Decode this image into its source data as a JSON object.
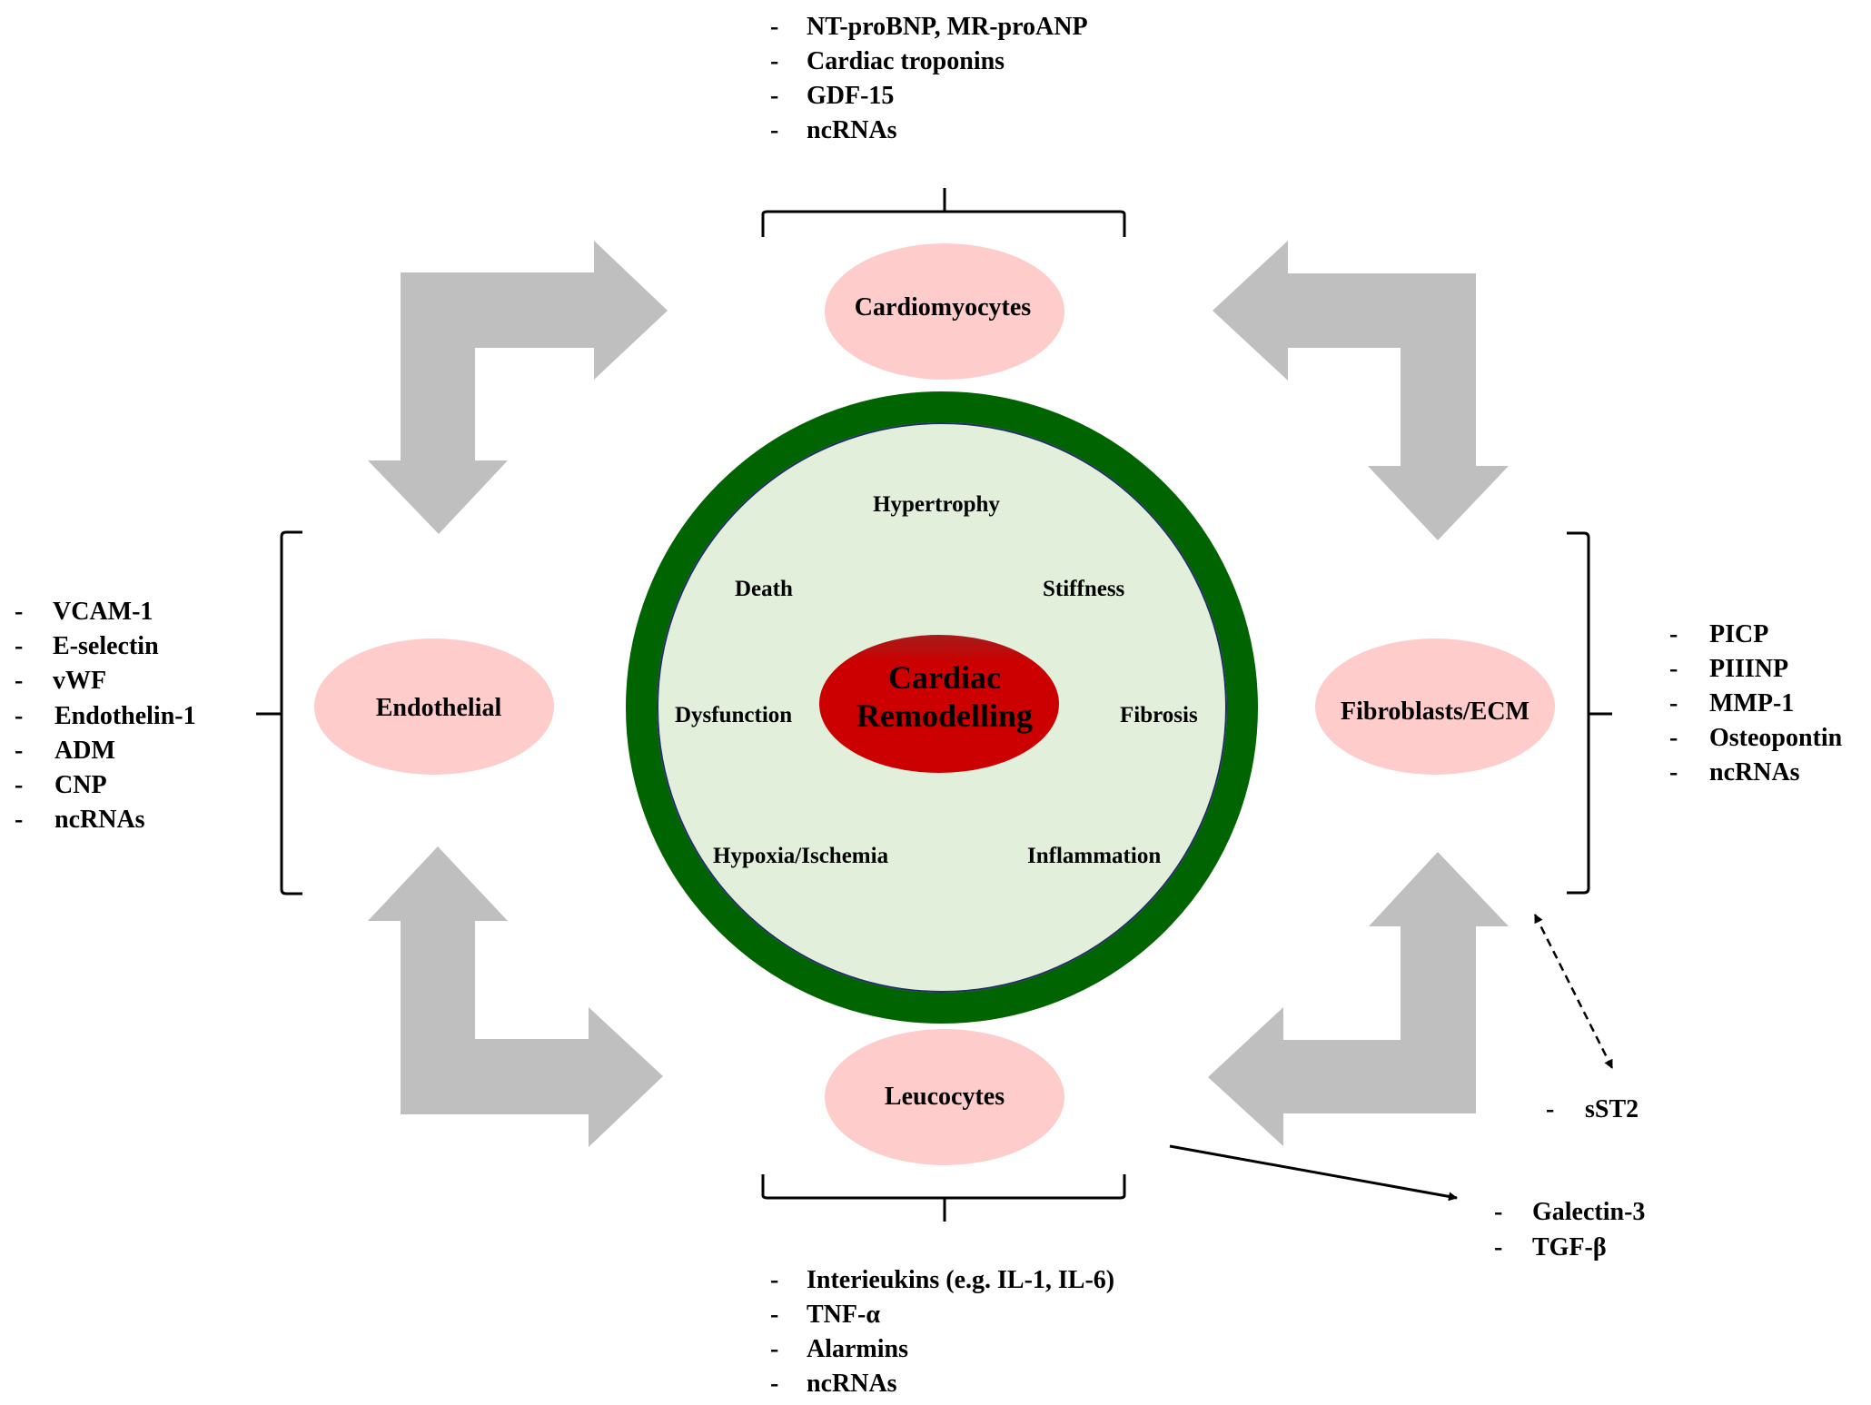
{
  "colors": {
    "arrow_fill": "#BFBFBF",
    "cell_fill": "#FFCCCC",
    "ring": "#006400",
    "ring_inner": "#E2EFDA",
    "core_fill": "#CC0000",
    "core_fill_top": "#A51C1C",
    "text": "#000000"
  },
  "core": {
    "line1": "Cardiac",
    "line2": "Remodelling"
  },
  "processes": {
    "hypertrophy": "Hypertrophy",
    "death": "Death",
    "stiffness": "Stiffness",
    "dysfunction": "Dysfunction",
    "fibrosis": "Fibrosis",
    "hypoxia": "Hypoxia/Ischemia",
    "inflammation": "Inflammation"
  },
  "cells": {
    "top": "Cardiomyocytes",
    "left": "Endothelial",
    "right": "Fibroblasts/ECM",
    "bottom": "Leucocytes"
  },
  "bullet": "-",
  "biomarkers": {
    "cardiomyocytes": [
      "NT-proBNP, MR-proANP",
      "Cardiac troponins",
      "GDF-15",
      "ncRNAs"
    ],
    "endothelial": [
      "VCAM-1",
      "E-selectin",
      "vWF",
      "Endothelin-1",
      "ADM",
      "CNP",
      "ncRNAs"
    ],
    "fibroblasts": [
      "PICP",
      "PIIINP",
      "MMP-1",
      "Osteopontin",
      "ncRNAs"
    ],
    "leucocytes": [
      "Interieukins (e.g. IL-1, IL-6)",
      "TNF-α",
      "Alarmins",
      "ncRNAs"
    ],
    "sst2": [
      "sST2"
    ],
    "galectin": [
      "Galectin-3",
      "TGF-β"
    ]
  }
}
